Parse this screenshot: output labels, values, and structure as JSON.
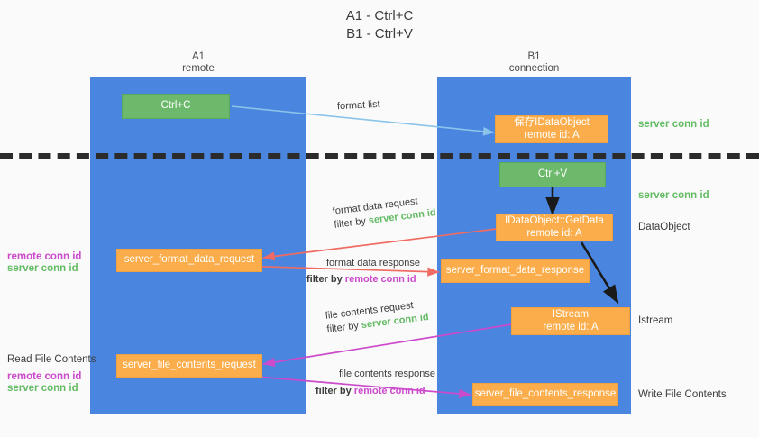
{
  "title": {
    "line1": "A1 - Ctrl+C",
    "line2": "B1 - Ctrl+V"
  },
  "lanes": [
    {
      "name": "A1",
      "sub": "remote"
    },
    {
      "name": "B1",
      "sub": "connection"
    }
  ],
  "boxes": {
    "ctrl_c": {
      "line1": "Ctrl+C",
      "line2": ""
    },
    "save_idataobject": {
      "line1": "保存IDataObject",
      "line2": "remote id: A"
    },
    "ctrl_v": {
      "line1": "Ctrl+V",
      "line2": ""
    },
    "getdata": {
      "line1": "IDataObject::GetData",
      "line2": "remote id: A"
    },
    "format_req": {
      "line1": "server_format_data_request",
      "line2": ""
    },
    "format_resp": {
      "line1": "server_format_data_response",
      "line2": ""
    },
    "istream": {
      "line1": "IStream",
      "line2": "remote id: A"
    },
    "file_req": {
      "line1": "server_file_contents_request",
      "line2": ""
    },
    "file_resp": {
      "line1": "server_file_contents_response",
      "line2": ""
    }
  },
  "right_labels": {
    "server_conn_id_1": "server conn id",
    "server_conn_id_2": "server conn id",
    "dataobject": "DataObject",
    "istream": "Istream",
    "write_file_contents": "Write File Contents"
  },
  "left_labels": {
    "remote_conn_id_1": "remote conn id",
    "server_conn_id_1": "server conn id",
    "read_file_contents": "Read File Contents",
    "remote_conn_id_2": "remote conn id",
    "server_conn_id_2": "server conn id"
  },
  "edges": [
    {
      "id": "format-list",
      "text": "format list",
      "filter_prefix": "",
      "filter_target": ""
    },
    {
      "id": "format-data-req",
      "text": "format data request",
      "filter_prefix": "filter by ",
      "filter_target": "server conn id"
    },
    {
      "id": "format-data-resp",
      "text": "format data response",
      "filter_prefix": "filter by ",
      "filter_target": "remote conn id"
    },
    {
      "id": "file-contents-req",
      "text": "file contents request",
      "filter_prefix": "filter by ",
      "filter_target": "server conn id"
    },
    {
      "id": "file-contents-resp",
      "text": "file contents response",
      "filter_prefix": "filter by ",
      "filter_target": "remote conn id"
    }
  ],
  "colors": {
    "lane": "#4a86e0",
    "green_box": "#6cb96c",
    "orange_box": "#fbad4b",
    "green_text": "#63bb63",
    "magenta_text": "#cc4acc",
    "arrow_lightblue": "#8bc4ea",
    "arrow_red": "#ef6b63",
    "arrow_magenta": "#cc4acc",
    "arrow_black": "#1a1a1a",
    "divider": "#2b2b2b"
  }
}
